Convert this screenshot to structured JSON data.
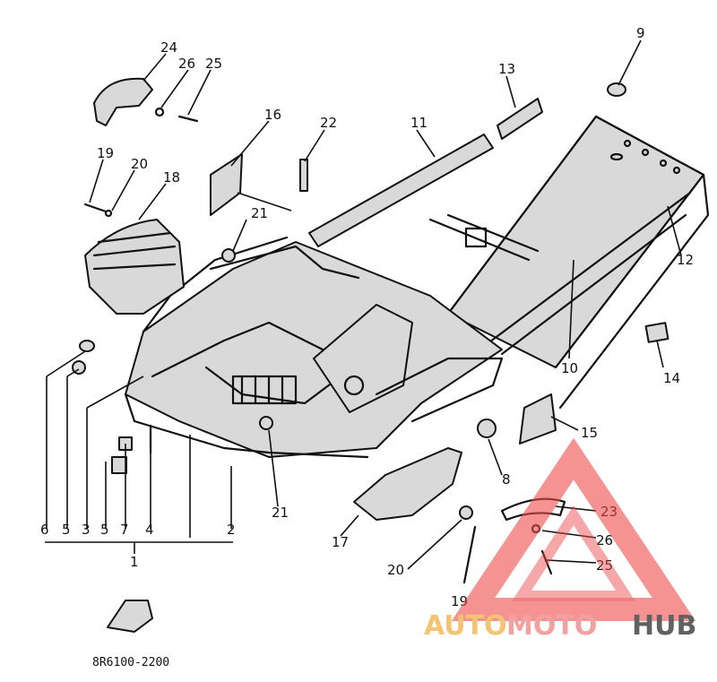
{
  "diagram": {
    "drawing_code": "8R6100-2200",
    "callouts": [
      "24",
      "26",
      "25",
      "9",
      "13",
      "16",
      "22",
      "11",
      "19",
      "20",
      "18",
      "21",
      "12",
      "6",
      "5",
      "3",
      "5",
      "7",
      "4",
      "2",
      "1",
      "10",
      "14",
      "15",
      "8",
      "21",
      "23",
      "26",
      "25",
      "17",
      "20",
      "19"
    ]
  },
  "watermark": {
    "auto": "AUTO",
    "moto": "MOTO",
    "hub": "HUB",
    "colors": {
      "auto": "#f3b552",
      "moto": "#f08a8a",
      "hub": "#3a3a3a",
      "triangle": "#ee4b4b"
    }
  }
}
